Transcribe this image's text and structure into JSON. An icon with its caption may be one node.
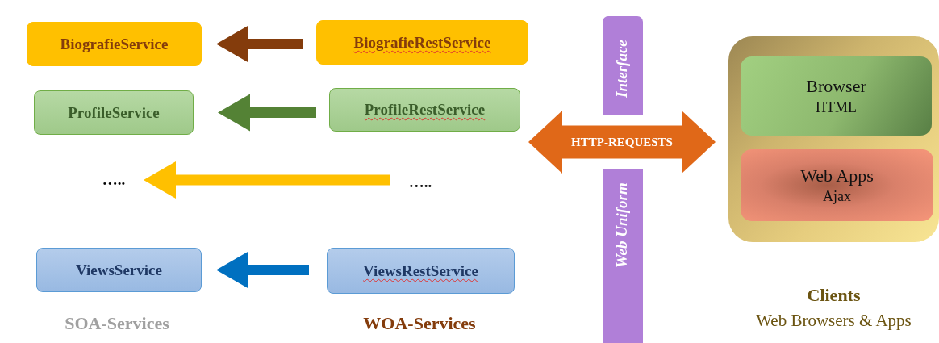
{
  "diagram": {
    "nodes": [
      {
        "text": [
          "BiografieService"
        ]
      },
      {
        "text": [
          "BiografieRestService"
        ]
      },
      {
        "text": [
          "ProfileService"
        ]
      },
      {
        "text": [
          "ProfileRestService"
        ]
      },
      {
        "text": [
          "….."
        ]
      },
      {
        "text": [
          "….."
        ]
      },
      {
        "text": [
          "ViewsService"
        ]
      },
      {
        "text": [
          "ViewsRestService"
        ]
      },
      {
        "text": [
          "Interface"
        ]
      },
      {
        "text": [
          "Web Uniform"
        ]
      },
      {
        "text": [],
        "shape": "box",
        "beside": [
          "Clients",
          "Web Browsers & Apps"
        ]
      },
      {
        "text": [
          "Browser",
          "HTML"
        ],
        "in": 10
      },
      {
        "text": [
          "Web Apps",
          "Ajax"
        ],
        "in": 10
      }
    ],
    "edges": [
      {
        "from": 1,
        "to": 0,
        "arrow": "to",
        "color": "#843c0c"
      },
      {
        "from": 3,
        "to": 2,
        "arrow": "to",
        "color": "#548235"
      },
      {
        "from": 5,
        "to": 4,
        "arrow": "to",
        "color": "#ffc000"
      },
      {
        "from": 7,
        "to": 6,
        "arrow": "to",
        "color": "#0070c0"
      },
      {
        "from": 3,
        "to": 10,
        "arrow": "both",
        "style": "thick",
        "color": "#e06818",
        "label": "HTTP-REQUESTS"
      }
    ],
    "labels": [
      "SOA-Services",
      "WOA-Services"
    ]
  }
}
